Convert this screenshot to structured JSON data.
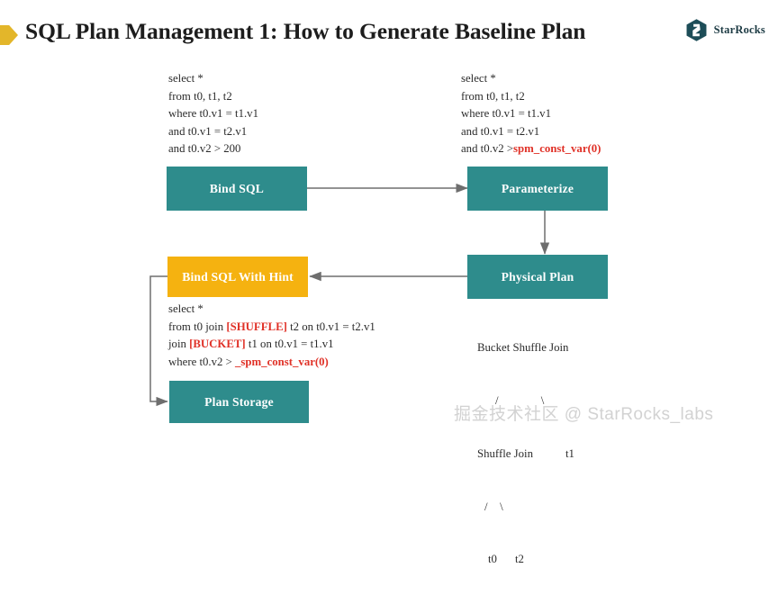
{
  "header": {
    "title": "SQL Plan Management 1: How to Generate Baseline Plan",
    "brand_name": "StarRocks",
    "marker_color": "#E3B62A",
    "brand_color": "#1d3b44"
  },
  "colors": {
    "teal": "#2E8C8C",
    "amber": "#F5B210",
    "highlight_red": "#E03127",
    "edge": "#6e6e6e",
    "text": "#2b2b2b",
    "watermark": "#d2d2d2"
  },
  "sql_original": {
    "lines": [
      "select *",
      "from t0, t1, t2",
      "where t0.v1 = t1.v1",
      "and t0.v1 = t2.v1",
      "and t0.v2 > 200"
    ]
  },
  "sql_parameterized": {
    "lines": [
      "select *",
      "from t0, t1, t2",
      "where t0.v1 = t1.v1",
      "and t0.v1 = t2.v1"
    ],
    "last_line_prefix": "and t0.v2 >",
    "last_line_highlight": "spm_const_var(0)"
  },
  "sql_with_hint": {
    "line1": "select *",
    "line2_a": "from t0 join ",
    "line2_hint": "[SHUFFLE]",
    "line2_b": " t2  on t0.v1 = t2.v1",
    "line3_a": " join ",
    "line3_hint": "[BUCKET]",
    "line3_b": " t1 on t0.v1 = t1.v1",
    "line4_a": "where t0.v2 > ",
    "line4_hint": "_spm_const_var(0)"
  },
  "nodes": {
    "bind_sql": "Bind SQL",
    "parameterize": "Parameterize",
    "physical_plan": "Physical Plan",
    "bind_sql_with_hint": "Bind SQL With Hint",
    "plan_storage": "Plan Storage"
  },
  "plan_tree": {
    "root": "Bucket Shuffle Join",
    "branch1": "/           \\",
    "level2_left": "Shuffle Join",
    "level2_right": "t1",
    "branch2": "/   \\",
    "leaf_left": "t0",
    "leaf_right": "t2"
  },
  "watermark": "掘金技术社区 @ StarRocks_labs"
}
